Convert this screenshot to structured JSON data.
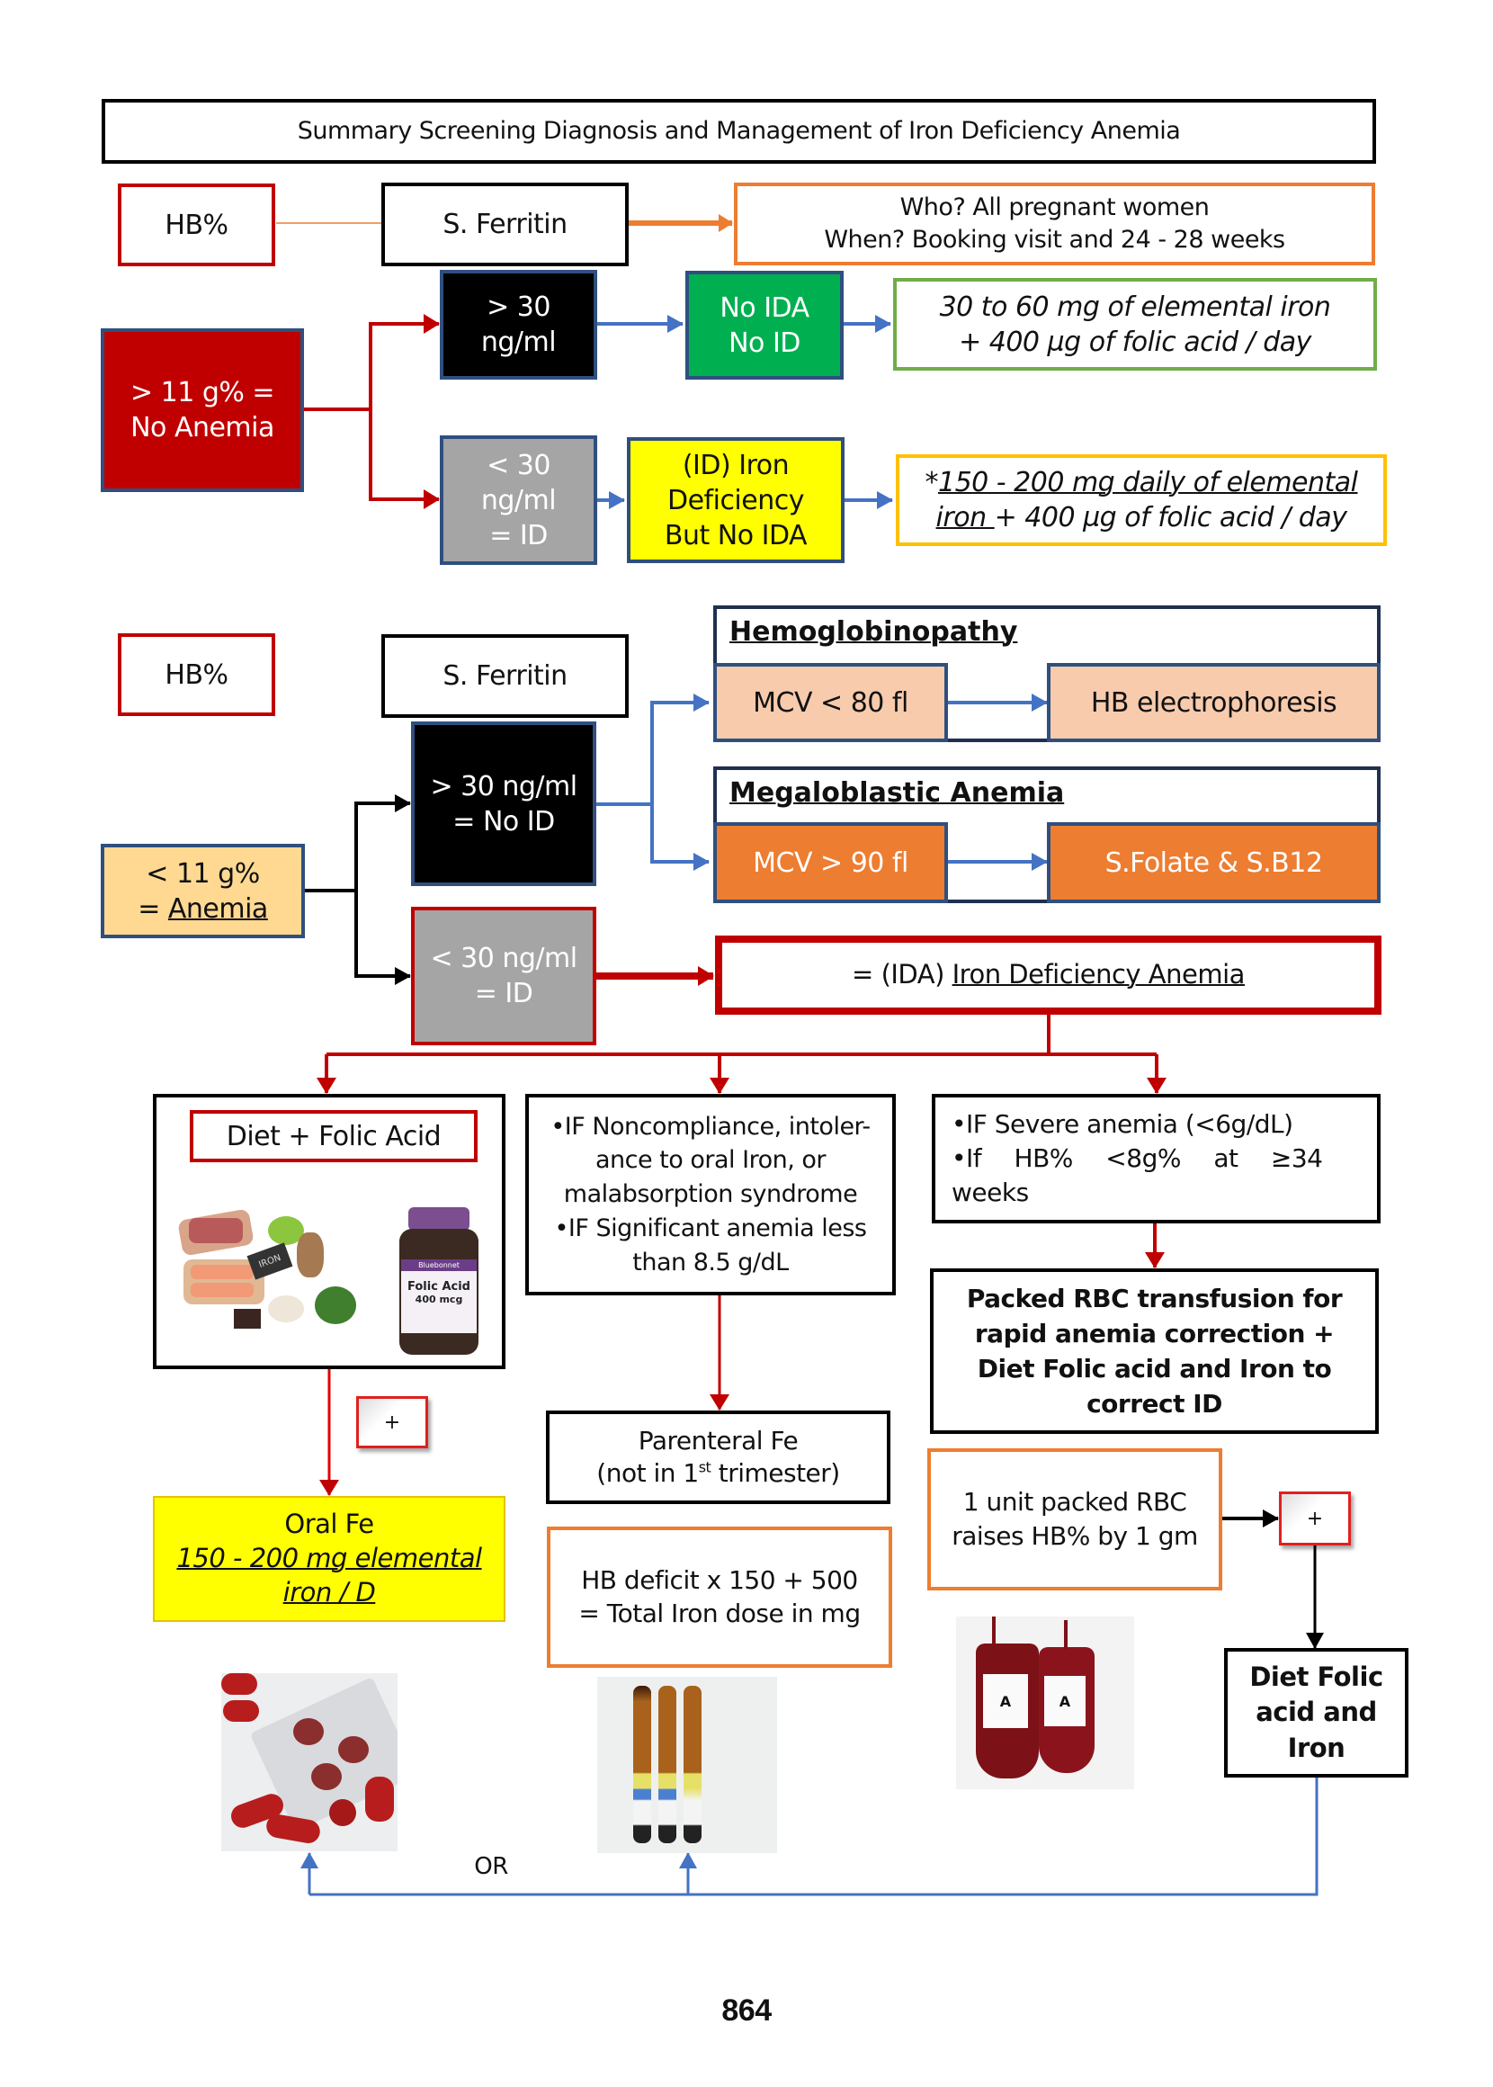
{
  "title": "Summary Screening Diagnosis and Management of Iron Deficiency Anemia",
  "section1": {
    "hb_label": "HB%",
    "ferritin_label": "S. Ferritin",
    "screening_note": {
      "line1": "Who? All pregnant women",
      "line2": "When? Booking visit and 24 - 28 weeks"
    },
    "no_anemia": {
      "line1": "> 11 g% =",
      "line2": "No Anemia"
    },
    "ferritin_high": {
      "line1": "> 30",
      "line2": "ng/ml"
    },
    "no_ida": {
      "line1": "No IDA",
      "line2": "No ID"
    },
    "no_ida_treatment": {
      "line1": "30 to 60 mg of elemental iron",
      "line2": "+ 400 µg of folic acid / day"
    },
    "ferritin_low": {
      "line1": "< 30",
      "line2": "ng/ml",
      "line3": "= ID"
    },
    "id_no_ida": {
      "line1": "(ID) Iron",
      "line2": "Deficiency",
      "line3": "But No IDA"
    },
    "id_treatment": {
      "prefix": "*",
      "underlined": "150 - 200 mg daily of elemental",
      "underlined2": "iron ",
      "rest": "+ 400 µg of folic acid / day"
    }
  },
  "section2": {
    "hb_label": "HB%",
    "ferritin_label": "S. Ferritin",
    "anemia": {
      "line1": "< 11 g%",
      "line2_prefix": "= ",
      "line2_underlined": "Anemia"
    },
    "ferritin_high": {
      "line1": "> 30 ng/ml",
      "line2": "= No ID"
    },
    "ferritin_low": {
      "line1": "< 30 ng/ml",
      "line2": "= ID"
    },
    "hemoglobinopathy": {
      "header": "Hemoglobinopathy",
      "test": "MCV < 80 fl",
      "result": "HB electrophoresis"
    },
    "megaloblastic": {
      "header": "Megaloblastic Anemia",
      "test": "MCV > 90 fl",
      "result": "S.Folate & S.B12"
    },
    "ida": {
      "prefix": "= (IDA) ",
      "underlined": "Iron Deficiency Anemia"
    }
  },
  "management": {
    "diet_box": {
      "label": "Diet + Folic Acid",
      "image_alt": "Iron-rich foods and folic acid supplement",
      "bottle_brand": "Bluebonnet",
      "bottle_name": "Folic Acid",
      "bottle_dose": "400 mcg",
      "food_tag": "IRON"
    },
    "plus_left": "+",
    "oral_fe": {
      "line1": "Oral Fe",
      "underlined1": "150 - 200 mg elemental",
      "underlined2": "iron / D"
    },
    "parenteral_conditions": {
      "bullet1": "•IF Noncompliance, intoler-ance to oral Iron, or malabsorption syndrome",
      "bullet2": "•IF Significant anemia less than 8.5 g/dL"
    },
    "parenteral_fe": {
      "line1": "Parenteral Fe",
      "line2_pre": "(not in 1",
      "line2_sup": "st",
      "line2_post": " trimester)"
    },
    "iron_dose": {
      "line1": "HB deficit x 150 + 500",
      "line2": "= Total Iron dose in mg"
    },
    "transfusion_conditions": {
      "bullet1": "•IF Severe anemia (<6g/dL)",
      "bullet2": "•If HB% <8g% at ≥34 weeks"
    },
    "transfusion": "Packed RBC transfusion for rapid anemia correction + Diet Folic acid and Iron to correct ID",
    "rbc_note": "1 unit packed RBC raises HB% by 1 gm",
    "plus_right": "+",
    "diet_folic_iron": "Diet Folic acid and Iron",
    "or_label": "OR"
  },
  "page_number": "864",
  "colors": {
    "dark_red": "#c00000",
    "orange": "#ed7d31",
    "green_fill": "#00b050",
    "green_border": "#70ad47",
    "yellow": "#ffff00",
    "gold_border": "#ffc000",
    "gray_fill": "#a5a5a5",
    "peach": "#f8cbad",
    "light_orange": "#ffd992",
    "blue_line": "#4472c4",
    "navy_border": "#2f4f7f"
  }
}
